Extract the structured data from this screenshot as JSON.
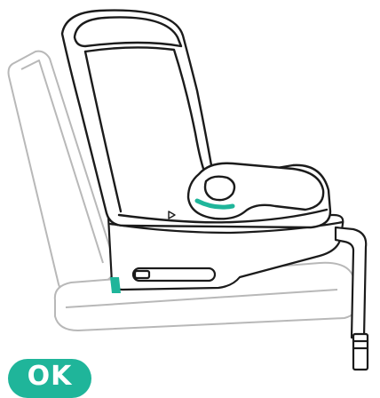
{
  "badge": {
    "label": "OK"
  },
  "colors": {
    "accent": "#1fb59a",
    "outline": "#1b1b1b",
    "vehicle_seat_outline": "#b8b8b8",
    "fill": "#ffffff"
  },
  "icons": {
    "vehicle_seat": "vehicle-seat-outline",
    "child_seat": "child-car-seat",
    "support_leg": "support-leg",
    "indicator": "green-indicator-bar",
    "status": "ok-badge"
  }
}
